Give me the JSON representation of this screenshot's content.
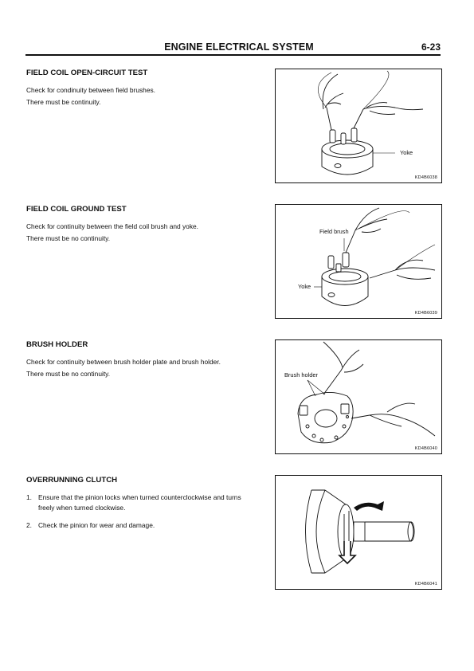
{
  "header": {
    "title": "ENGINE ELECTRICAL SYSTEM",
    "page_number": "6-23"
  },
  "sections": [
    {
      "title": "FIELD COIL OPEN-CIRCUIT TEST",
      "paragraphs": [
        "Check for condinuity between field brushes.",
        "There must be continuity."
      ],
      "figure": {
        "labels": [
          "Yoke"
        ],
        "code": "KD4B6038"
      }
    },
    {
      "title": "FIELD COIL GROUND TEST",
      "paragraphs": [
        "Check for continuity between the field coil brush and yoke.",
        "There must be no continuity."
      ],
      "figure": {
        "labels": [
          "Field brush",
          "Yoke"
        ],
        "code": "KD4B6039"
      }
    },
    {
      "title": "BRUSH HOLDER",
      "paragraphs": [
        "Check for continuity between brush holder plate and brush holder.",
        "There must be no continuity."
      ],
      "figure": {
        "labels": [
          "Brush holder"
        ],
        "code": "KD4B6040"
      }
    },
    {
      "title": "OVERRUNNING CLUTCH",
      "list": [
        {
          "num": "1.",
          "text": "Ensure that the pinion locks when turned counterclockwise and turns freely when turned clockwise."
        },
        {
          "num": "2.",
          "text": "Check the pinion for wear and damage."
        }
      ],
      "figure": {
        "labels": [],
        "code": "KD4B6041"
      }
    }
  ]
}
